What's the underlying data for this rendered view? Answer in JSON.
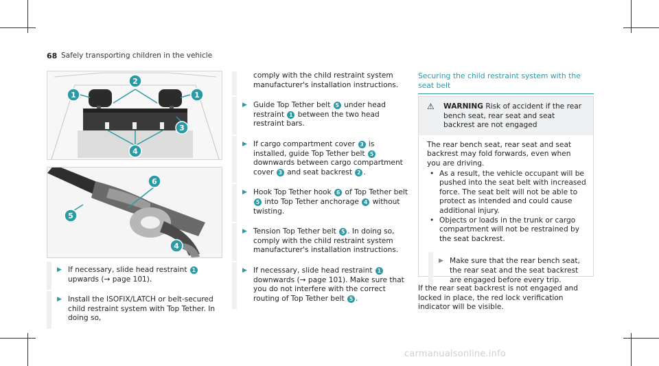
{
  "header": {
    "page_number": "68",
    "title": "Safely transporting children in the vehicle"
  },
  "figure1": {
    "callouts": [
      "1",
      "2",
      "1",
      "3",
      "4"
    ]
  },
  "figure2": {
    "callouts": [
      "6",
      "5",
      "4"
    ]
  },
  "left_steps": [
    {
      "parts": [
        "If necessary, slide head restraint ",
        "1",
        " upwards (→ page 101)."
      ]
    },
    {
      "parts": [
        "Install the ISOFIX/LATCH or belt-secured child restraint system with Top Tether. In doing so,"
      ]
    }
  ],
  "middle_steps": [
    {
      "parts": [
        "comply with the child restraint system manufacturer's installation instructions."
      ],
      "continuation": true
    },
    {
      "parts": [
        "Guide Top Tether belt ",
        "5",
        " under head restraint ",
        "1",
        " between the two head restraint bars."
      ]
    },
    {
      "parts": [
        "If cargo compartment cover ",
        "3",
        " is installed, guide Top Tether belt ",
        "5",
        " downwards between cargo compartment cover ",
        "3",
        " and seat backrest ",
        "2",
        "."
      ]
    },
    {
      "parts": [
        "Hook Top Tether hook ",
        "6",
        " of Top Tether belt ",
        "5",
        " into Top Tether anchorage ",
        "4",
        " without twisting."
      ]
    },
    {
      "parts": [
        "Tension Top Tether belt ",
        "5",
        ". In doing so, comply with the child restraint system manufacturer's installation instructions."
      ]
    },
    {
      "parts": [
        "If necessary, slide head restraint ",
        "1",
        " downwards (→ page 101). Make sure that you do not interfere with the correct routing of Top Tether belt ",
        "5",
        "."
      ]
    }
  ],
  "section": {
    "title": "Securing the child restraint system with the seat belt",
    "warning": {
      "label": "WARNING",
      "headline": "Risk of accident if the rear bench seat, rear seat and seat backrest are not engaged",
      "intro": "The rear bench seat, rear seat and seat backrest may fold forwards, even when you are driving.",
      "bullets": [
        "As a result, the vehicle occupant will be pushed into the seat belt with increased force. The seat belt will not be able to protect as intended and could cause additional injury.",
        "Objects or loads in the trunk or cargo compartment will not be restrained by the seat backrest."
      ],
      "action": "Make sure that the rear bench seat, the rear seat and the seat backrest are engaged before every trip."
    },
    "after_text": "If the rear seat backrest is not engaged and locked in place, the red lock verification indicator will be visible."
  },
  "watermark": "carmanualsonline.info",
  "colors": {
    "accent": "#2a9aa4",
    "step_bar": "#eef0f2",
    "text": "#222222"
  }
}
